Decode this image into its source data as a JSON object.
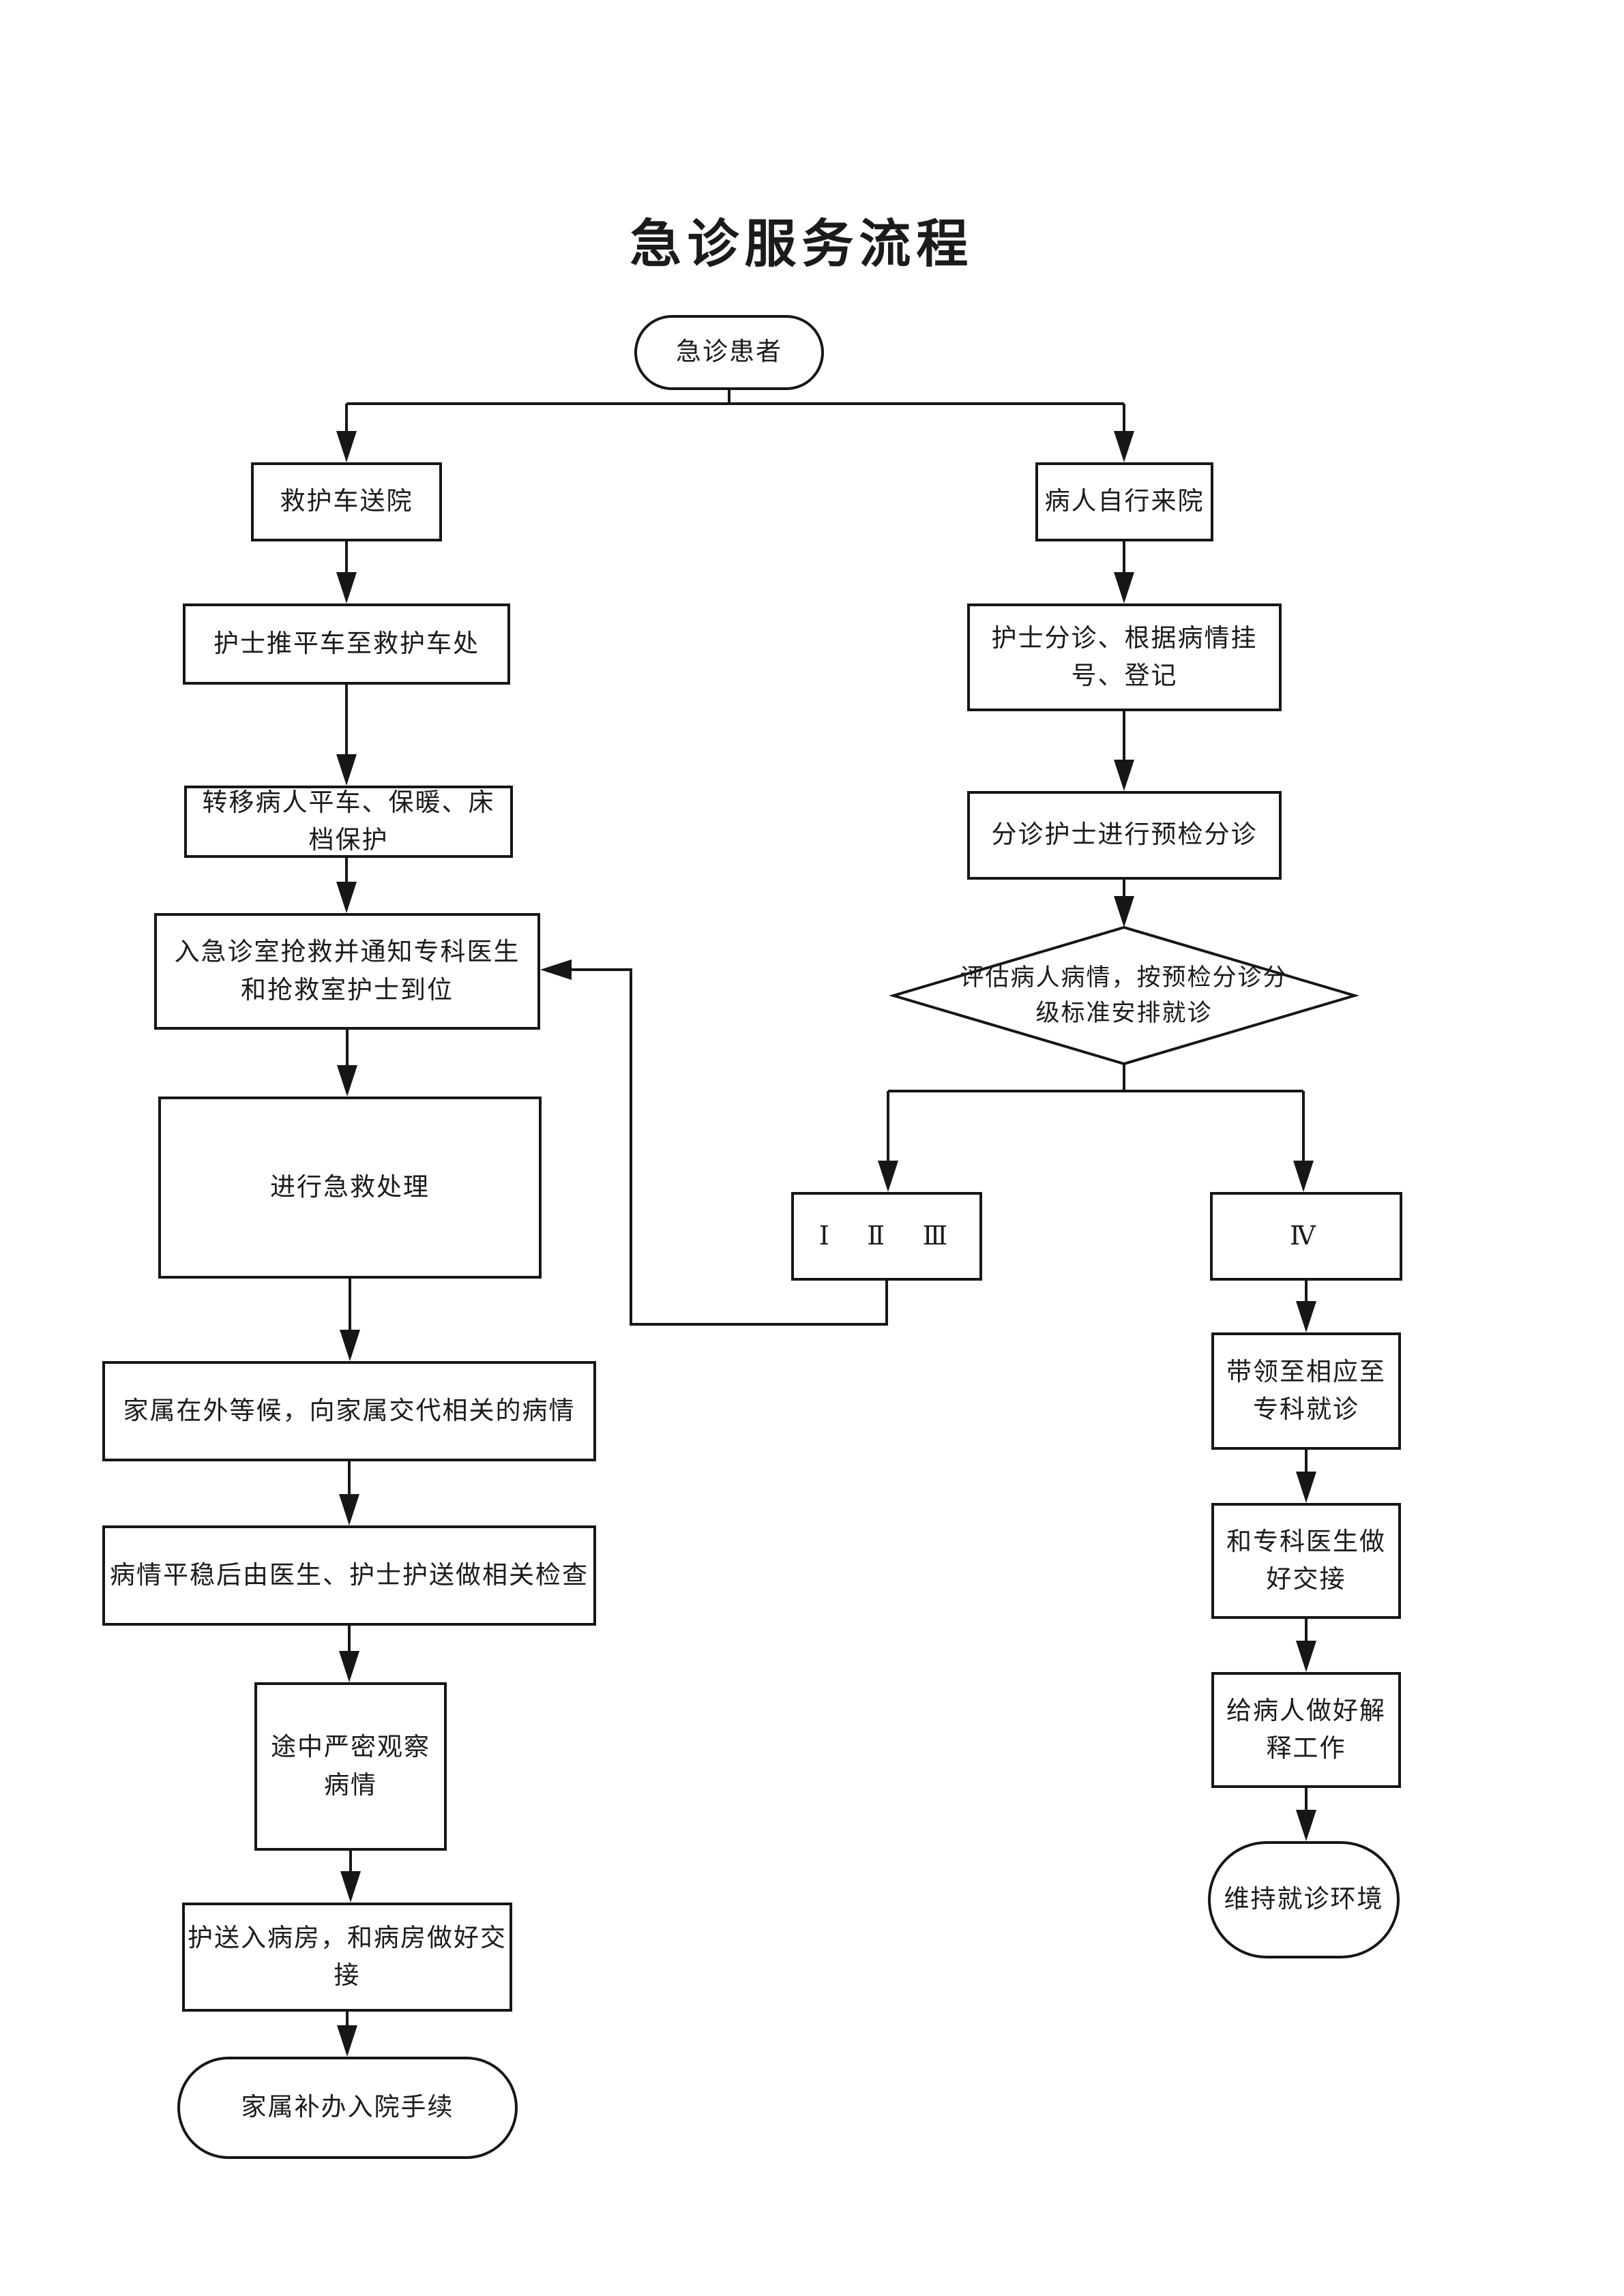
{
  "page": {
    "title": "急诊服务流程"
  },
  "nodes": [
    {
      "id": "start",
      "type": "terminal",
      "lines": [
        "急诊患者"
      ]
    },
    {
      "id": "ambulance-arrival",
      "type": "process",
      "lines": [
        "救护车送院"
      ]
    },
    {
      "id": "nurse-stretcher",
      "type": "process",
      "lines": [
        "护士推平车至救护车处"
      ]
    },
    {
      "id": "transfer-patient",
      "type": "process",
      "lines": [
        "转移病人平车、保暖、床",
        "档保护"
      ]
    },
    {
      "id": "er-rescue-notify",
      "type": "process",
      "lines": [
        "入急诊室抢救并通知专科医生",
        "和抢救室护士到位"
      ]
    },
    {
      "id": "emergency-treatment",
      "type": "process",
      "lines": [
        "进行急救处理"
      ]
    },
    {
      "id": "family-wait-explain",
      "type": "process",
      "lines": [
        "家属在外等候，向家属交代相关的病情"
      ]
    },
    {
      "id": "stable-escort-exam",
      "type": "process",
      "lines": [
        "病情平稳后由医生、护士护送做相关检查"
      ]
    },
    {
      "id": "observe-en-route",
      "type": "process",
      "lines": [
        "途中严密观察",
        "病情"
      ]
    },
    {
      "id": "escort-to-ward",
      "type": "process",
      "lines": [
        "护送入病房，和病房做好交",
        "接"
      ]
    },
    {
      "id": "family-admission",
      "type": "terminal",
      "lines": [
        "家属补办入院手续"
      ]
    },
    {
      "id": "self-arrival",
      "type": "process",
      "lines": [
        "病人自行来院"
      ]
    },
    {
      "id": "nurse-triage-register",
      "type": "process",
      "lines": [
        "护士分诊、根据病情挂",
        "号、登记"
      ]
    },
    {
      "id": "precheck-triage",
      "type": "process",
      "lines": [
        "分诊护士进行预检分诊"
      ]
    },
    {
      "id": "assess-condition",
      "type": "decision",
      "lines": [
        "评估病人病情，按预检分诊分",
        "级标准安排就诊"
      ]
    },
    {
      "id": "level-1-2-3",
      "type": "roman",
      "lines": [
        "Ⅰ Ⅱ Ⅲ"
      ]
    },
    {
      "id": "level-4",
      "type": "roman",
      "lines": [
        "Ⅳ"
      ]
    },
    {
      "id": "lead-to-specialist",
      "type": "process",
      "lines": [
        "带领至相应至",
        "专科就诊"
      ]
    },
    {
      "id": "handover-specialist",
      "type": "process",
      "lines": [
        "和专科医生做",
        "好交接"
      ]
    },
    {
      "id": "explain-to-patient",
      "type": "process",
      "lines": [
        "给病人做好解",
        "释工作"
      ]
    },
    {
      "id": "maintain-environment",
      "type": "terminal",
      "lines": [
        "维持就诊环境"
      ]
    }
  ],
  "style": {
    "line_color": "#161616",
    "node_fill": "#ffffff",
    "text_color": "#1b1b1b"
  }
}
